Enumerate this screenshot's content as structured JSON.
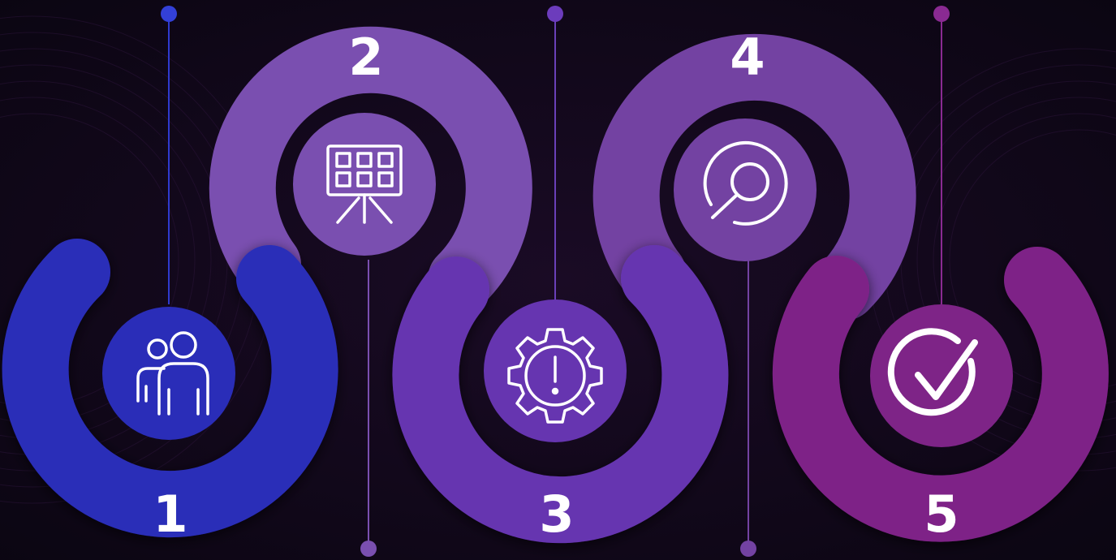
{
  "steps": [
    {
      "number": "1",
      "icon": "team-icon",
      "color": "#2a2db8"
    },
    {
      "number": "2",
      "icon": "presentation-board-icon",
      "color": "#7a4fb0"
    },
    {
      "number": "3",
      "icon": "gear-warning-icon",
      "color": "#6635b0"
    },
    {
      "number": "4",
      "icon": "search-icon",
      "color": "#7342a2"
    },
    {
      "number": "5",
      "icon": "check-circle-icon",
      "color": "#7e2487"
    }
  ],
  "colors": {
    "background": "#0d0616",
    "ring_inner": "#0f0716",
    "line_blue": "#2f3ad0",
    "line_purple": "#7a4fb0",
    "line_magenta": "#8a2a92",
    "icon_stroke": "#ffffff"
  }
}
